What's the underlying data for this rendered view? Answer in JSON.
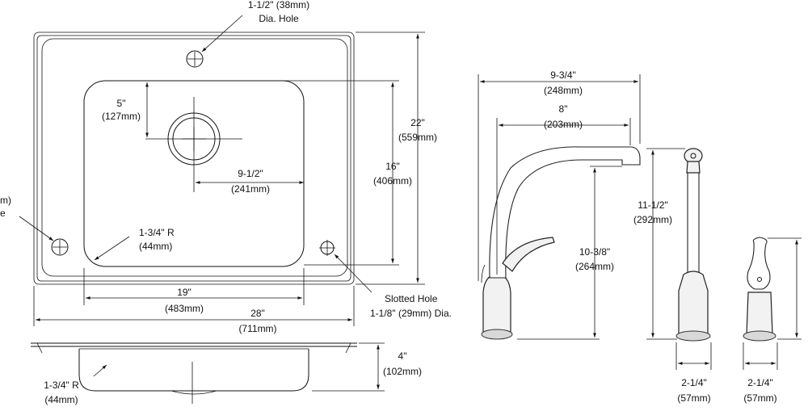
{
  "drawing": {
    "labels": {
      "top_hole_1": "1-1/2\" (38mm)",
      "top_hole_2": "Dia. Hole",
      "left_hole_1": "m)",
      "left_hole_2": "e",
      "bowl_5_1": "5\"",
      "bowl_5_2": "(127mm)",
      "bowl_9_1": "9-1/2\"",
      "bowl_9_2": "(241mm)",
      "bowl_16_1": "16\"",
      "bowl_16_2": "(406mm)",
      "sink_22_1": "22\"",
      "sink_22_2": "(559mm)",
      "radius_1": "1-3/4\" R",
      "radius_2": "(44mm)",
      "bowl_19_1": "19\"",
      "bowl_19_2": "(483mm)",
      "sink_28_1": "28\"",
      "sink_28_2": "(711mm)",
      "slotted_1": "Slotted Hole",
      "slotted_2": "1-1/8\" (29mm) Dia.",
      "depth_1": "4\"",
      "depth_2": "(102mm)",
      "side_radius_1": "1-3/4\" R",
      "side_radius_2": "(44mm)",
      "faucet_reach_1": "9-3/4\"",
      "faucet_reach_2": "(248mm)",
      "faucet_spout_1": "8\"",
      "faucet_spout_2": "(203mm)",
      "faucet_height_1": "10-3/8\"",
      "faucet_height_2": "(264mm)",
      "sprayer_height_1": "11-1/2\"",
      "sprayer_height_2": "(292mm)",
      "sprayer_base_1": "2-1/4\"",
      "sprayer_base_2": "(57mm)",
      "handle_base_1": "2-1/4\"",
      "handle_base_2": "(57mm)"
    }
  }
}
